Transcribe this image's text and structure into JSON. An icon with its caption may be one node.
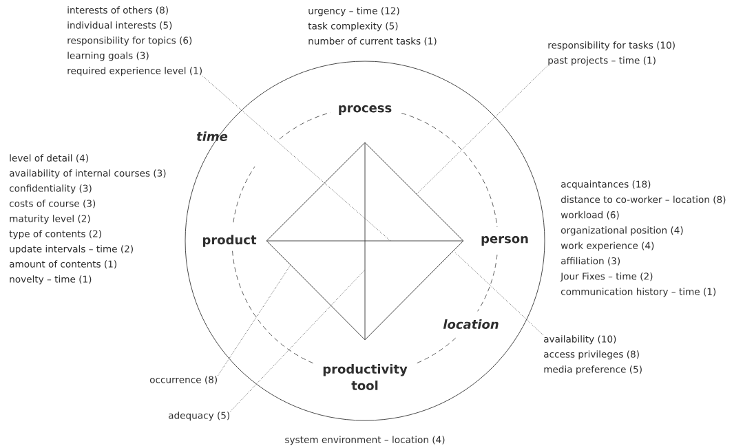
{
  "diagram": {
    "nodes": [
      {
        "text": [
          "process"
        ]
      },
      {
        "text": [
          "product"
        ]
      },
      {
        "text": [
          "person"
        ]
      },
      {
        "text": [
          "productivity tool"
        ]
      },
      {
        "text": [
          "interests of others (8)",
          "individual interests (5)",
          "responsibility for topics (6)",
          "learning goals (3)",
          "required experience level (1)"
        ]
      },
      {
        "text": [
          "responsibility for tasks (10)",
          "past projects – time (1)"
        ]
      },
      {
        "text": [
          "availability (10)",
          "access privileges (8)",
          "media preference (5)"
        ]
      },
      {
        "text": [
          "occurrence (8)"
        ]
      },
      {
        "text": [
          "adequacy (5)"
        ]
      }
    ],
    "edges": [
      {
        "from": 0,
        "to": 1,
        "arrow": "none"
      },
      {
        "from": 0,
        "to": 2,
        "arrow": "none"
      },
      {
        "from": 1,
        "to": 3,
        "arrow": "none"
      },
      {
        "from": 2,
        "to": 3,
        "arrow": "none"
      },
      {
        "from": 1,
        "to": 2,
        "arrow": "none"
      },
      {
        "from": 0,
        "to": 3,
        "arrow": "none"
      },
      {
        "from": 4,
        "to": null,
        "arrow": "none",
        "style": "dashed"
      },
      {
        "from": 5,
        "to": null,
        "arrow": "none",
        "style": "dashed"
      },
      {
        "from": 6,
        "to": null,
        "arrow": "none",
        "style": "dashed"
      },
      {
        "from": 7,
        "to": null,
        "arrow": "none",
        "style": "dashed"
      },
      {
        "from": 8,
        "to": null,
        "arrow": "none",
        "style": "dashed"
      }
    ],
    "labels": [
      "urgency – time (12)",
      "task complexity (5)",
      "number of current tasks (1)",
      "time",
      "level of detail (4)",
      "availability of internal courses (3)",
      "confidentiality (3)",
      "costs of course (3)",
      "maturity level (2)",
      "type of contents (2)",
      "update intervals – time (2)",
      "amount of contents (1)",
      "novelty – time (1)",
      "acquaintances (18)",
      "distance to co-worker – location (8)",
      "workload (6)",
      "organizational position (4)",
      "work experience (4)",
      "affiliation (3)",
      "Jour Fixes – time (2)",
      "communication history – time (1)",
      "location",
      "system environment – location (4)"
    ]
  }
}
